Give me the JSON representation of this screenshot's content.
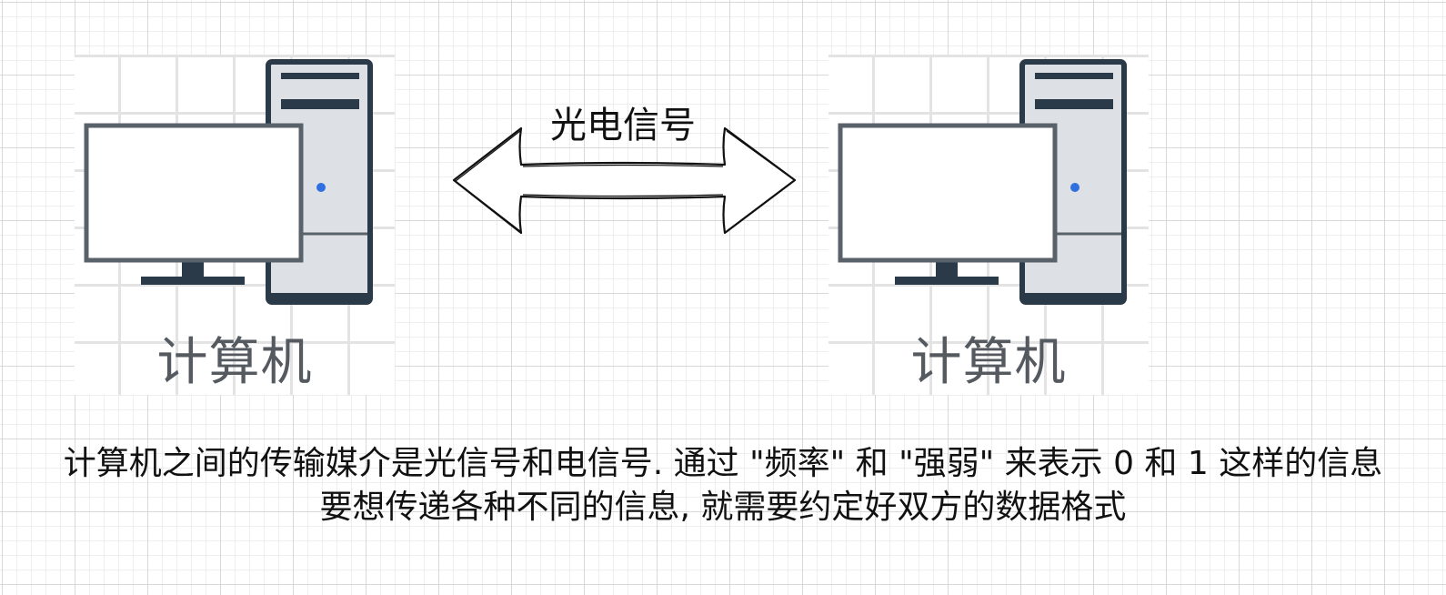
{
  "diagram": {
    "nodes": [
      {
        "id": "computer-left",
        "label": "计算机",
        "icon": "desktop-computer-icon"
      },
      {
        "id": "computer-right",
        "label": "计算机",
        "icon": "desktop-computer-icon"
      }
    ],
    "edge": {
      "from": "computer-left",
      "to": "computer-right",
      "direction": "bidirectional",
      "label": "光电信号"
    },
    "caption": {
      "line1": "计算机之间的传输媒介是光信号和电信号. 通过 \"频率\" 和 \"强弱\" 来表示 0 和 1 这样的信息",
      "line2": "要想传递各种不同的信息, 就需要约定好双方的数据格式"
    }
  },
  "colors": {
    "background": "#ffffff",
    "grid_line": "#d9d9d9",
    "icon_outline": "#59626b",
    "icon_dark": "#2b3a48",
    "tower_fill": "#dde1e5",
    "power_led": "#2f6fe0",
    "label_gray": "#555a60",
    "text": "#111111"
  }
}
